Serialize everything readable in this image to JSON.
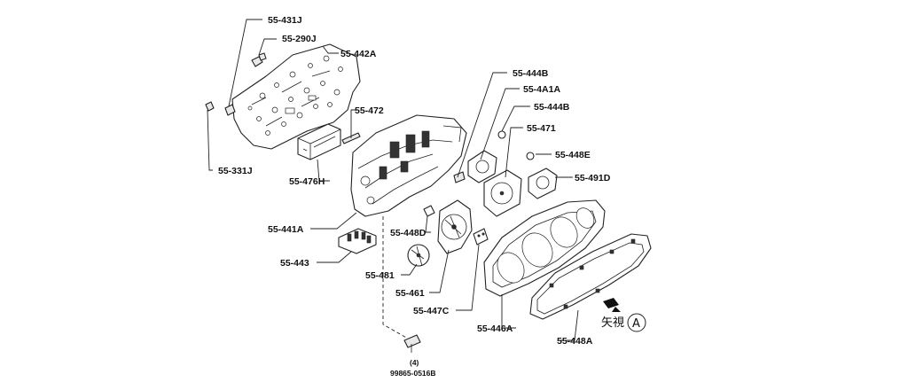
{
  "labels": {
    "p_431j": "55-431J",
    "p_290j": "55-290J",
    "p_442a": "55-442A",
    "p_472": "55-472",
    "p_331j": "55-331J",
    "p_476h": "55-476H",
    "p_441a": "55-441A",
    "p_443": "55-443",
    "p_481": "55-481",
    "p_448d": "55-448D",
    "p_461": "55-461",
    "p_447c": "55-447C",
    "p_444b_top": "55-444B",
    "p_4a1a": "55-4A1A",
    "p_444b_mid": "55-444B",
    "p_471": "55-471",
    "p_448e": "55-448E",
    "p_491d": "55-491D",
    "p_446a": "55-446A",
    "p_448a": "55-448A",
    "screw_qty": "(4)",
    "screw_part": "99865-0516B"
  },
  "view_note": {
    "text": "矢視",
    "marker": "A"
  },
  "icons": {
    "view_arrow": "view-direction-arrow-icon"
  }
}
